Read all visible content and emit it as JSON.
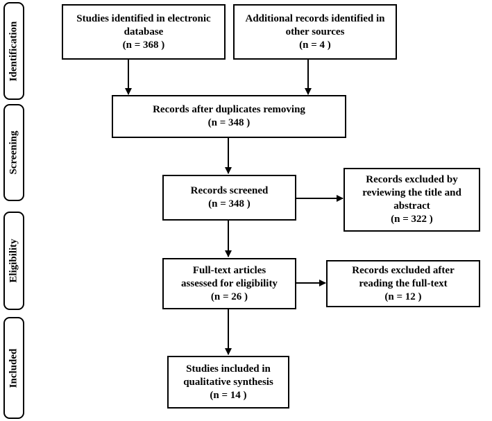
{
  "stages": [
    "Identification",
    "Screening",
    "Eligibility",
    "Included"
  ],
  "boxes": {
    "identified_database": {
      "lines": [
        "Studies identified in  electronic",
        "database",
        "(n = 368 )"
      ]
    },
    "identified_other": {
      "lines": [
        "Additional records identified in",
        "other sources",
        "(n = 4 )"
      ]
    },
    "after_duplicates": {
      "lines": [
        "Records after duplicates removing",
        "(n = 348 )"
      ]
    },
    "screened": {
      "lines": [
        "Records screened",
        "(n = 348 )"
      ]
    },
    "excluded_title": {
      "lines": [
        "Records excluded by",
        "reviewing the title and",
        "abstract",
        "(n = 322 )"
      ]
    },
    "fulltext": {
      "lines": [
        "Full-text articles",
        "assessed for eligibility",
        "(n = 26 )"
      ]
    },
    "excluded_fulltext": {
      "lines": [
        "Records excluded after",
        "reading the full-text",
        "(n = 12 )"
      ]
    },
    "included": {
      "lines": [
        "Studies included in",
        "qualitative synthesis",
        "(n = 14 )"
      ]
    }
  }
}
